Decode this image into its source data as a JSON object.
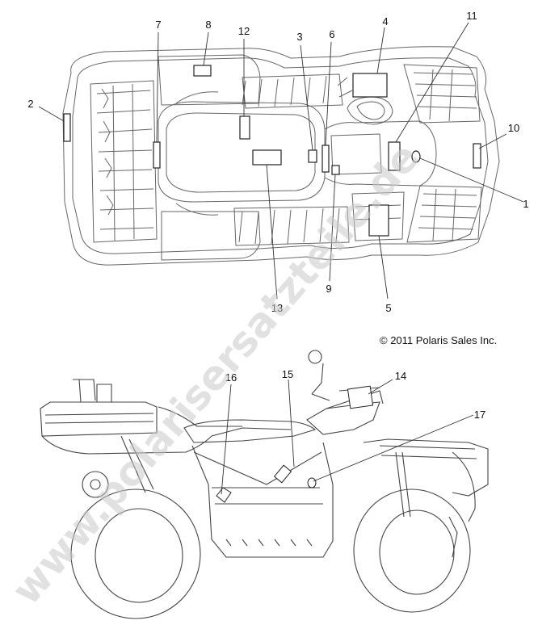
{
  "copyright": "© 2011 Polaris Sales Inc.",
  "watermark": "www.polarisersatzteile.de",
  "callouts": [
    "1",
    "2",
    "3",
    "4",
    "5",
    "6",
    "7",
    "8",
    "9",
    "10",
    "11",
    "12",
    "13",
    "14",
    "15",
    "16",
    "17"
  ],
  "colors": {
    "line": "#555555",
    "text": "#111111",
    "watermark": "#c9c9c9"
  }
}
